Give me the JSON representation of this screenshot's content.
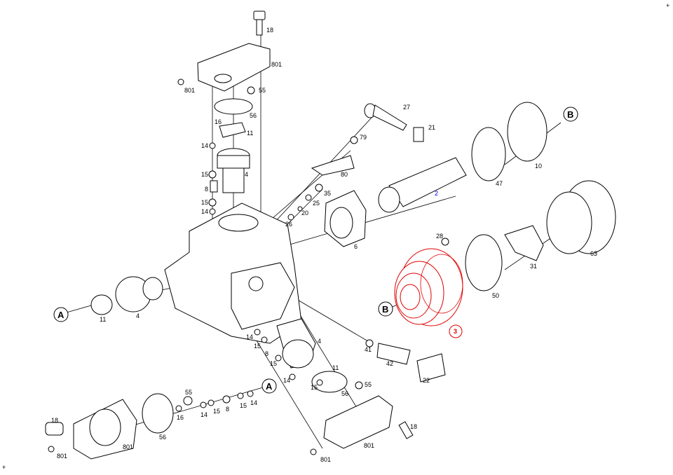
{
  "title": "Exploded parts diagram",
  "colors": {
    "line": "#000000",
    "highlight": "#e00000",
    "link": "#0000ff"
  },
  "labels": [
    "18",
    "801",
    "801",
    "55",
    "56",
    "16",
    "11",
    "14",
    "4",
    "15",
    "8",
    "15",
    "14",
    "27",
    "21",
    "79",
    "80",
    "35",
    "25",
    "20",
    "26",
    "6",
    "2",
    "47",
    "10",
    "B",
    "28",
    "31",
    "63",
    "50",
    "B",
    "3",
    "A",
    "11",
    "4",
    "14",
    "15",
    "8",
    "15",
    "4",
    "41",
    "42",
    "22",
    "11",
    "14",
    "15",
    "56",
    "55",
    "A",
    "55",
    "16",
    "14",
    "15",
    "8",
    "15",
    "14",
    "18",
    "56",
    "801",
    "801",
    "18",
    "801",
    "801"
  ],
  "marks": [
    "+",
    "+"
  ]
}
